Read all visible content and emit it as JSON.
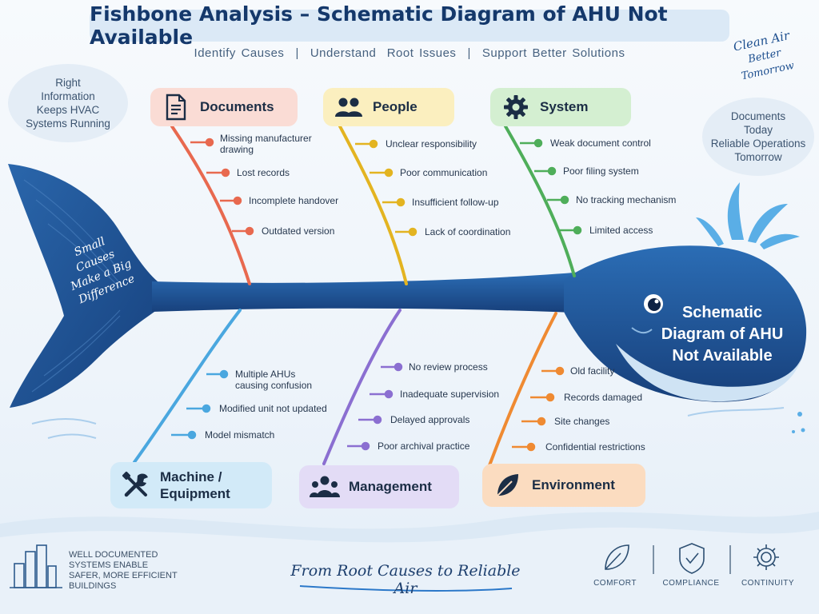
{
  "header": {
    "title": "Fishbone Analysis – Schematic Diagram of AHU Not Available",
    "tagline_1": "Identify Causes",
    "tagline_2": "Understand  Root Issues",
    "tagline_3": "Support Better Solutions"
  },
  "side_notes": {
    "left_cloud": [
      "Right",
      "Information",
      "Keeps HVAC",
      "Systems Running"
    ],
    "right_cloud": [
      "Documents",
      "Today",
      "Reliable Operations",
      "Tomorrow"
    ],
    "top_right_script": [
      "Clean Air",
      "Better Tomorrow"
    ],
    "tail_script": [
      "Small",
      "Causes",
      "Make a Big",
      "Difference"
    ]
  },
  "problem": {
    "label_lines": [
      "Schematic",
      "Diagram of AHU",
      "Not Available"
    ]
  },
  "categories": {
    "documents": {
      "label": "Documents",
      "icon": "document-icon",
      "color": "#e8694f",
      "bg": "#fadcd5",
      "causes": [
        "Missing manufacturer drawing",
        "Lost records",
        "Incomplete handover",
        "Outdated version"
      ]
    },
    "people": {
      "label": "People",
      "icon": "people-icon",
      "color": "#e3b421",
      "bg": "#fbefbf",
      "causes": [
        "Unclear responsibility",
        "Poor communication",
        "Insufficient follow-up",
        "Lack of coordination"
      ]
    },
    "system": {
      "label": "System",
      "icon": "gear-icon",
      "color": "#4fae5a",
      "bg": "#d4efd1",
      "causes": [
        "Weak document control",
        "Poor filing system",
        "No tracking mechanism",
        "Limited access"
      ]
    },
    "machine": {
      "label_line_1": "Machine /",
      "label_line_2": "Equipment",
      "icon": "tools-icon",
      "color": "#4aa7df",
      "bg": "#d2eaf8",
      "causes": [
        "Multiple AHUs causing confusion",
        "Modified unit not updated",
        "Model mismatch"
      ]
    },
    "management": {
      "label": "Management",
      "icon": "team-icon",
      "color": "#8b6fd1",
      "bg": "#e3dcf6",
      "causes": [
        "No review process",
        "Inadequate supervision",
        "Delayed approvals",
        "Poor archival practice"
      ]
    },
    "environment": {
      "label": "Environment",
      "icon": "leaf-icon",
      "color": "#ef8a32",
      "bg": "#fbdcc0",
      "causes": [
        "Old facility",
        "Records damaged",
        "Site changes",
        "Confidential restrictions"
      ]
    }
  },
  "footer": {
    "left_text": [
      "WELL DOCUMENTED",
      "SYSTEMS ENABLE",
      "SAFER, MORE EFFICIENT",
      "BUILDINGS"
    ],
    "slogan": "From Root Causes to Reliable Air",
    "badges": [
      {
        "label": "COMFORT",
        "icon": "leaf-outline-icon"
      },
      {
        "label": "COMPLIANCE",
        "icon": "shield-check-icon"
      },
      {
        "label": "CONTINUITY",
        "icon": "gear-outline-icon"
      }
    ]
  },
  "colors": {
    "whale": "#1f5aa0",
    "whale_dark": "#173f7a",
    "spine": "#1d4f8f",
    "title_text": "#14386b"
  }
}
